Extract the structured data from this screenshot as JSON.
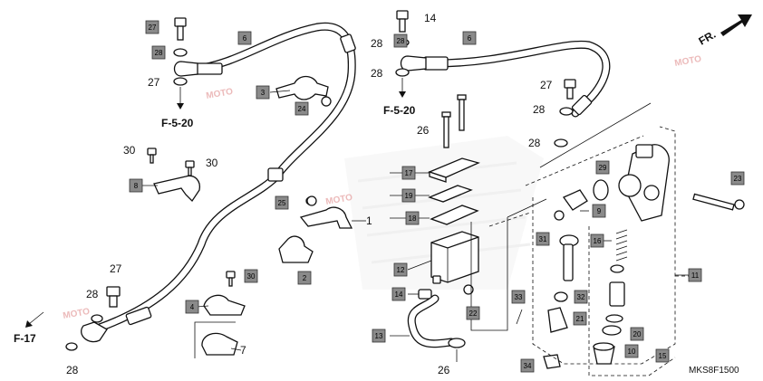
{
  "diagram_code": "MKS8F1500",
  "direction_label": "FR.",
  "refs": {
    "f520_left": "F-5-20",
    "f520_right": "F-5-20",
    "f17": "F-17"
  },
  "watermark": "MOTO",
  "boxed_labels": [
    "27",
    "28",
    "6",
    "28",
    "3",
    "24",
    "8",
    "25",
    "4",
    "2",
    "30",
    "12",
    "14",
    "22",
    "17",
    "19",
    "18",
    "13",
    "6",
    "9",
    "31",
    "16",
    "33",
    "21",
    "34",
    "23",
    "29",
    "32",
    "20",
    "10",
    "15",
    "11"
  ],
  "plain_labels": [
    "30",
    "30",
    "27",
    "28",
    "28",
    "1",
    "7",
    "27",
    "28",
    "28",
    "27",
    "28",
    "28",
    "26",
    "26",
    "14"
  ]
}
